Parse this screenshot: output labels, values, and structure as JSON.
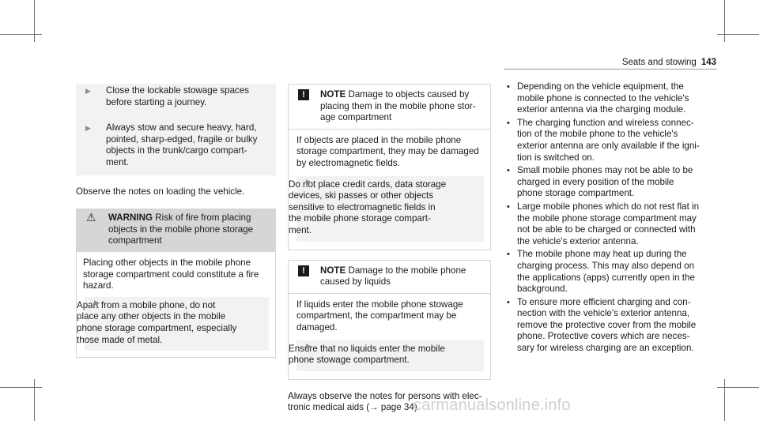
{
  "header": {
    "section": "Seats and stowing",
    "page_number": "143"
  },
  "left": {
    "steps_top": [
      {
        "lines": [
          "Close the lockable stowage spaces",
          "before starting a journey."
        ]
      },
      {
        "lines": [
          "Always stow and secure heavy, hard,",
          "pointed, sharp-edged, fragile or bulky",
          "objects in the trunk/cargo compart-",
          "ment."
        ]
      }
    ],
    "observe": "Observe the notes on loading the vehicle.",
    "warning": {
      "label": "WARNING",
      "title_lines": [
        "Risk of fire from placing",
        "objects in the mobile phone storage",
        "compartment"
      ],
      "body_lines": [
        "Placing other objects in the mobile phone",
        "storage compartment could constitute a fire",
        "hazard."
      ],
      "step_lines": [
        "Apart from a mobile phone, do not",
        "place any other objects in the mobile",
        "phone storage compartment, especially",
        "those made of metal."
      ]
    }
  },
  "middle": {
    "note1": {
      "label": "NOTE",
      "title_lines": [
        "Damage to objects caused by",
        "placing them in the mobile phone stor-",
        "age compartment"
      ],
      "body_lines": [
        "If objects are placed in the mobile phone",
        "storage compartment, they may be damaged",
        "by electromagnetic fields."
      ],
      "step_lines": [
        "Do not place credit cards, data storage",
        "devices, ski passes or other objects",
        "sensitive to electromagnetic fields in",
        "the mobile phone storage compart-",
        "ment."
      ]
    },
    "note2": {
      "label": "NOTE",
      "title_lines": [
        "Damage to the mobile phone",
        "caused by liquids"
      ],
      "body_lines": [
        "If liquids enter the mobile phone stowage",
        "compartment, the compartment may be",
        "damaged."
      ],
      "step_lines": [
        "Ensure that no liquids enter the mobile",
        "phone stowage compartment."
      ]
    },
    "footer_lines": [
      "Always observe the notes for persons with elec-",
      "tronic medical aids (→ page 34)."
    ]
  },
  "right": {
    "bullets": [
      {
        "lines": [
          "Depending on the vehicle equipment, the",
          "mobile phone is connected to the vehicle's",
          "exterior antenna via the charging module."
        ]
      },
      {
        "lines": [
          "The charging function and wireless connec-",
          "tion of the mobile phone to the vehicle's",
          "exterior antenna are only available if the igni-",
          "tion is switched on."
        ]
      },
      {
        "lines": [
          "Small mobile phones may not be able to be",
          "charged in every position of the mobile",
          "phone storage compartment."
        ]
      },
      {
        "lines": [
          "Large mobile phones which do not rest flat in",
          "the mobile phone storage compartment may",
          "not be able to be charged or connected with",
          "the vehicle's exterior antenna."
        ]
      },
      {
        "lines": [
          "The mobile phone may heat up during the",
          "charging process. This may also depend on",
          "the applications (apps) currently open in the",
          "background."
        ]
      },
      {
        "lines": [
          "To ensure more efficient charging and con-",
          "nection with the vehicle's exterior antenna,",
          "remove the protective cover from the mobile",
          "phone. Protective covers which are neces-",
          "sary for wireless charging are an exception."
        ]
      }
    ]
  },
  "watermark": "carmanualsonline.info",
  "icons": {
    "step": "play-arrow-icon",
    "warning": "warning-triangle-icon",
    "note": "exclamation-square-icon",
    "bullet": "bullet-dot-icon"
  }
}
